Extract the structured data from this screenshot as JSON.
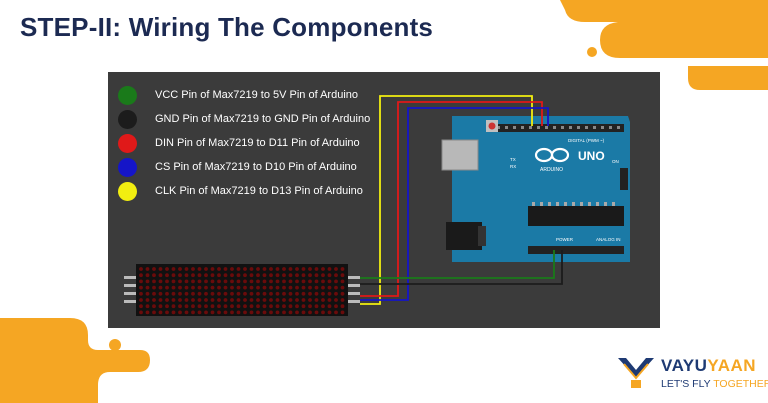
{
  "header": {
    "title": "STEP-II: Wiring The Components"
  },
  "legend": [
    {
      "text": "VCC Pin of Max7219 to 5V Pin of Arduino",
      "color": "#1a7a1a"
    },
    {
      "text": "GND Pin of Max7219 to GND Pin of Arduino",
      "color": "#1c1c1c"
    },
    {
      "text": "DIN Pin of Max7219 to D11 Pin of Arduino",
      "color": "#e01919"
    },
    {
      "text": "CS Pin of Max7219 to D10 Pin of Arduino",
      "color": "#1515c8"
    },
    {
      "text": "CLK Pin of Max7219 to D13 Pin of Arduino",
      "color": "#f2ee10"
    }
  ],
  "arduino": {
    "brand": "UNO",
    "sub_label": "ARDUINO",
    "digital_label": "DIGITAL (PWM ~)",
    "analog_label": "ANALOG IN",
    "power_label": "POWER",
    "tx_label": "TX",
    "rx_label": "RX",
    "on_label": "ON",
    "color": "#1b7aa6"
  },
  "branding": {
    "logo_part1": "VAYU",
    "logo_part2": "YAAN",
    "tagline_part1": "LET'S FLY ",
    "tagline_part2": "TOGETHER",
    "primary_color": "#1e3a73",
    "accent_color": "#f5a623"
  }
}
